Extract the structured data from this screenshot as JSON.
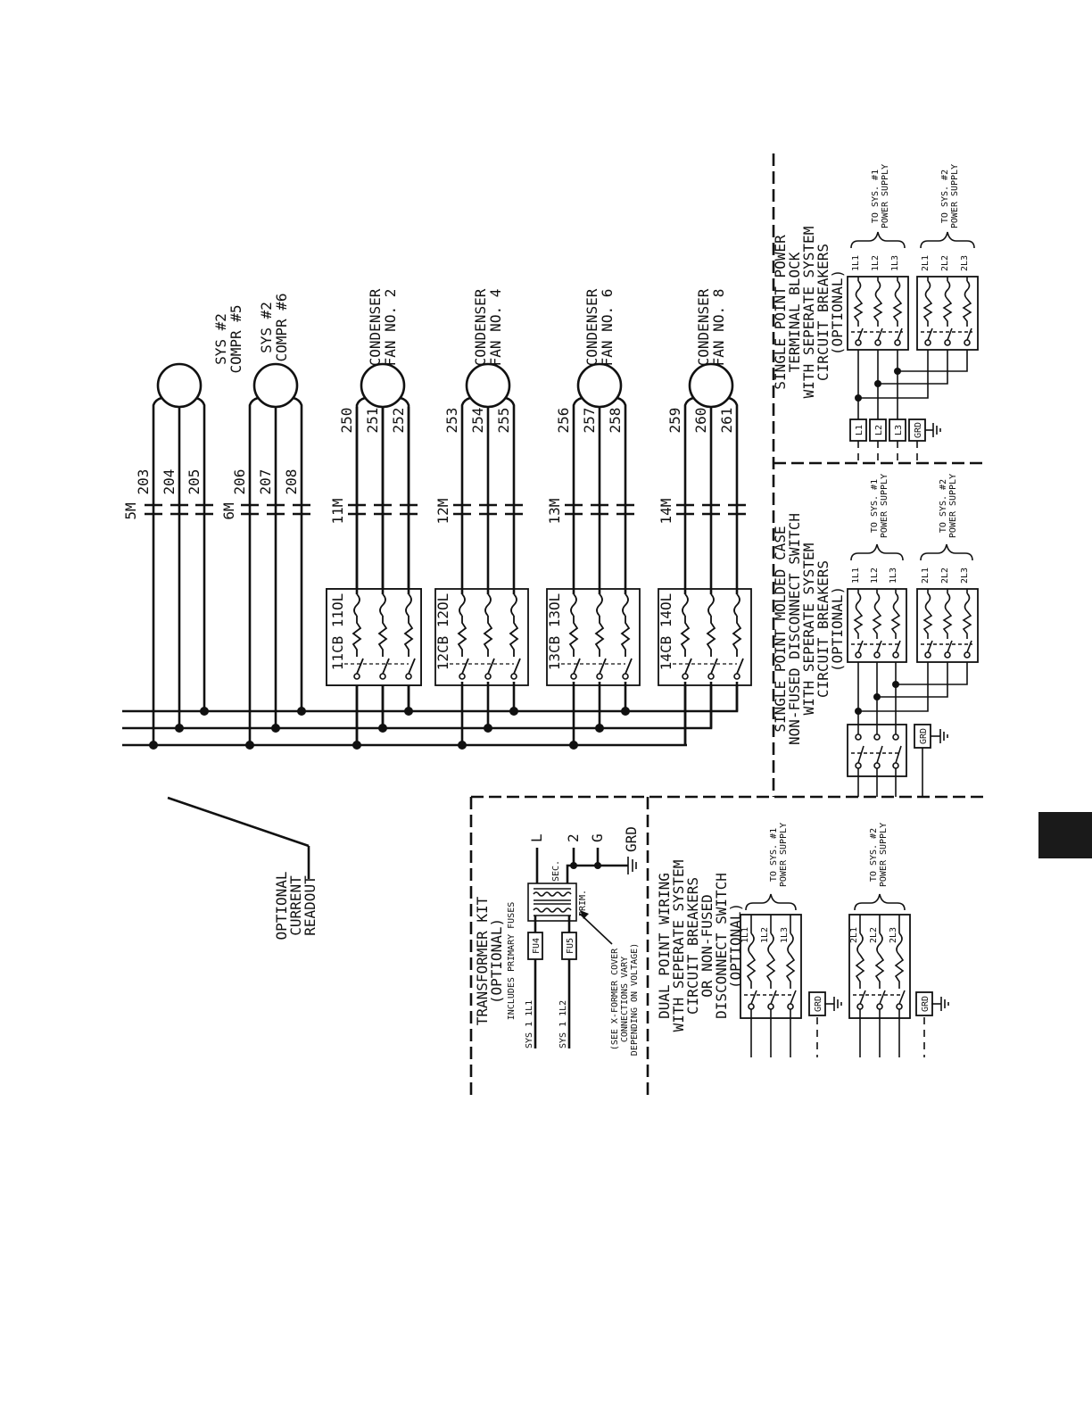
{
  "motors": [
    {
      "line1": "SYS #2",
      "line2": "COMPR #5",
      "contactor": "5M",
      "wires": [
        "203",
        "204",
        "205"
      ]
    },
    {
      "line1": "SYS #2",
      "line2": "COMPR #6",
      "contactor": "6M",
      "wires": [
        "206",
        "207",
        "208"
      ]
    }
  ],
  "fans": [
    {
      "line1": "CONDENSER",
      "line2": "FAN NO. 2",
      "breaker": "11CB",
      "overload": "11OL",
      "contactor": "11M",
      "wires": [
        "250",
        "251",
        "252"
      ]
    },
    {
      "line1": "CONDENSER",
      "line2": "FAN NO. 4",
      "breaker": "12CB",
      "overload": "12OL",
      "contactor": "12M",
      "wires": [
        "253",
        "254",
        "255"
      ]
    },
    {
      "line1": "CONDENSER",
      "line2": "FAN NO. 6",
      "breaker": "13CB",
      "overload": "13OL",
      "contactor": "13M",
      "wires": [
        "256",
        "257",
        "258"
      ]
    },
    {
      "line1": "CONDENSER",
      "line2": "FAN NO. 8",
      "breaker": "14CB",
      "overload": "14OL",
      "contactor": "14M",
      "wires": [
        "259",
        "260",
        "261"
      ]
    }
  ],
  "optional_readout": [
    "OPTIONAL",
    "CURRENT",
    "READOUT"
  ],
  "transformer": {
    "title": [
      "TRANSFORMER KIT",
      "(OPTIONAL)",
      "INCLUDES PRIMARY FUSES"
    ],
    "fuses": [
      "FU4",
      "FU5"
    ],
    "prim": "PRIM.",
    "sec": "SEC.",
    "outputs": [
      "L",
      "2",
      "G",
      "GRD"
    ],
    "inputs": [
      "SYS 1 1L1",
      "SYS 1 1L2"
    ],
    "note": [
      "(SEE X-FORMER COVER",
      "CONNECTIONS VARY",
      "DEPENDING ON VOLTAGE)"
    ]
  },
  "dual_point": {
    "title": [
      "DUAL POINT WIRING",
      "WITH SEPERATE SYSTEM",
      "CIRCUIT BREAKERS",
      "OR NON-FUSED",
      "DISCONNECT SWITCH",
      "(OPTIONAL)"
    ],
    "sys1": {
      "terms": [
        "1L1",
        "1L2",
        "1L3"
      ],
      "to": [
        "TO SYS. #1",
        "POWER SUPPLY"
      ]
    },
    "sys2": {
      "terms": [
        "2L1",
        "2L2",
        "2L3"
      ],
      "to": [
        "TO SYS. #2",
        "POWER SUPPLY"
      ]
    },
    "grd": "GRD"
  },
  "molded_case": {
    "title": [
      "SINGLE POINT MOLDED CASE",
      "NON-FUSED DISCONNECT SWITCH",
      "WITH SEPERATE SYSTEM",
      "CIRCUIT BREAKERS",
      "(OPTIONAL)"
    ],
    "sys1": {
      "terms": [
        "1L1",
        "1L2",
        "1L3"
      ],
      "to": [
        "TO SYS. #1",
        "POWER SUPPLY"
      ]
    },
    "sys2": {
      "terms": [
        "2L1",
        "2L2",
        "2L3"
      ],
      "to": [
        "TO SYS. #2",
        "POWER SUPPLY"
      ]
    },
    "grd": "GRD"
  },
  "terminal_block": {
    "title": [
      "SINGLE POINT POWER",
      "TERMINAL BLOCK",
      "WITH SEPERATE SYSTEM",
      "CIRCUIT BREAKERS",
      "(OPTIONAL)"
    ],
    "inputs": [
      "L1",
      "L2",
      "L3",
      "GRD"
    ],
    "sys1": {
      "terms": [
        "1L1",
        "1L2",
        "1L3"
      ],
      "to": [
        "TO SYS. #1",
        "POWER SUPPLY"
      ]
    },
    "sys2": {
      "terms": [
        "2L1",
        "2L2",
        "2L3"
      ],
      "to": [
        "TO SYS. #2",
        "POWER SUPPLY"
      ]
    }
  }
}
